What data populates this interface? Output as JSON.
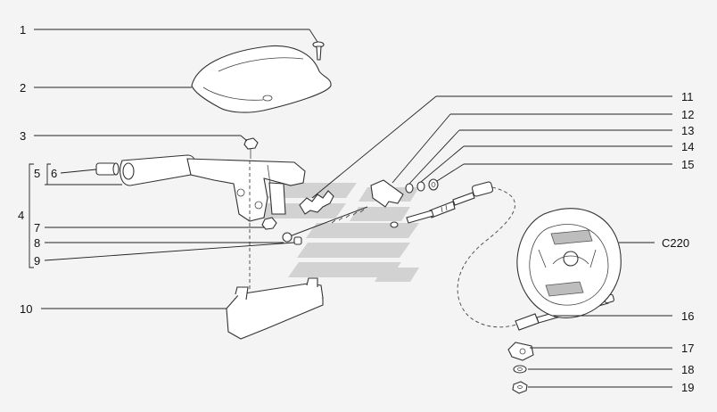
{
  "labels": {
    "l1": "1",
    "l2": "2",
    "l3": "3",
    "l4": "4",
    "l5": "5",
    "l6": "6",
    "l7": "7",
    "l8": "8",
    "l9": "9",
    "l10": "10",
    "l11": "11",
    "l12": "12",
    "l13": "13",
    "l14": "14",
    "l15": "15",
    "lC220": "C220",
    "l16": "16",
    "l17": "17",
    "l18": "18",
    "l19": "19"
  }
}
